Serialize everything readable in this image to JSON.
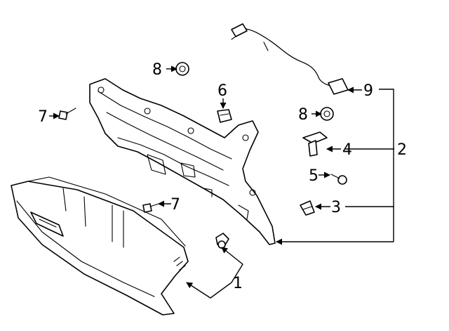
{
  "diagram": {
    "callouts": [
      "1",
      "2",
      "3",
      "4",
      "5",
      "6",
      "7",
      "7",
      "8",
      "8",
      "9"
    ]
  }
}
